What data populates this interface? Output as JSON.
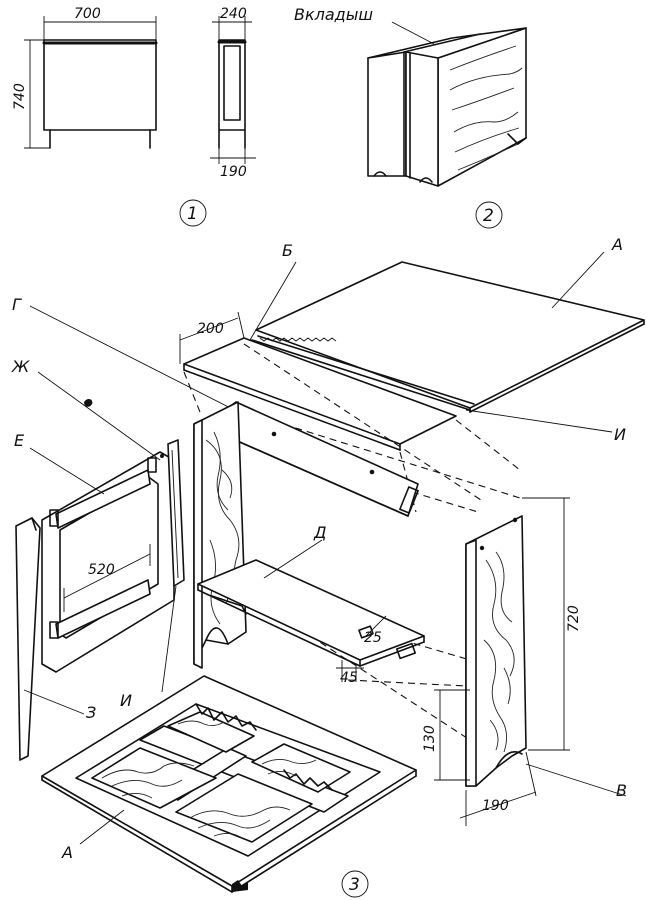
{
  "figure1": {
    "dims": {
      "width": "700",
      "height": "740",
      "depth": "240",
      "depth_closed": "190"
    },
    "number": "1"
  },
  "figure2": {
    "insert_label": "Вкладыш",
    "number": "2"
  },
  "figure3": {
    "number": "3",
    "labels": {
      "top_large": "А",
      "top_small": "Б",
      "side_right": "В",
      "back_rail": "Г",
      "shelf": "Д",
      "frame": "Е",
      "batten": "Ж",
      "leg": "З",
      "hinge_left": "И",
      "hinge_right": "И",
      "bottom_panel": "А"
    },
    "dims": {
      "leaf_width": "200",
      "frame_width": "520",
      "height": "720",
      "foot": "130",
      "depth": "190",
      "shelf_a": "25",
      "shelf_b": "45"
    }
  }
}
